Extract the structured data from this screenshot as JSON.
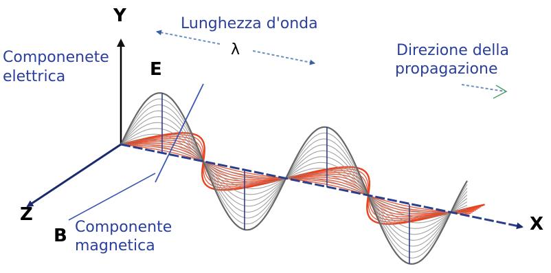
{
  "diagram": {
    "wavelength_label": "Lunghezza d'onda",
    "lambda_symbol": "λ",
    "direction_line1": "Direzione della",
    "direction_line2": "propagazione",
    "electric_line1": "Componenete",
    "electric_line2": "elettrica",
    "magnetic_line1": "Componente",
    "magnetic_line2": "magnetica",
    "axis_x": "X",
    "axis_y": "Y",
    "axis_z": "Z",
    "vector_e": "E",
    "vector_b": "B"
  },
  "colors": {
    "electric_wave": "#8a8a8a",
    "magnetic_wave": "#e8421f",
    "axis_line": "#2a3f8c",
    "label_text": "#2a3f9c",
    "dashed_arrow": "#6a8fc0"
  }
}
